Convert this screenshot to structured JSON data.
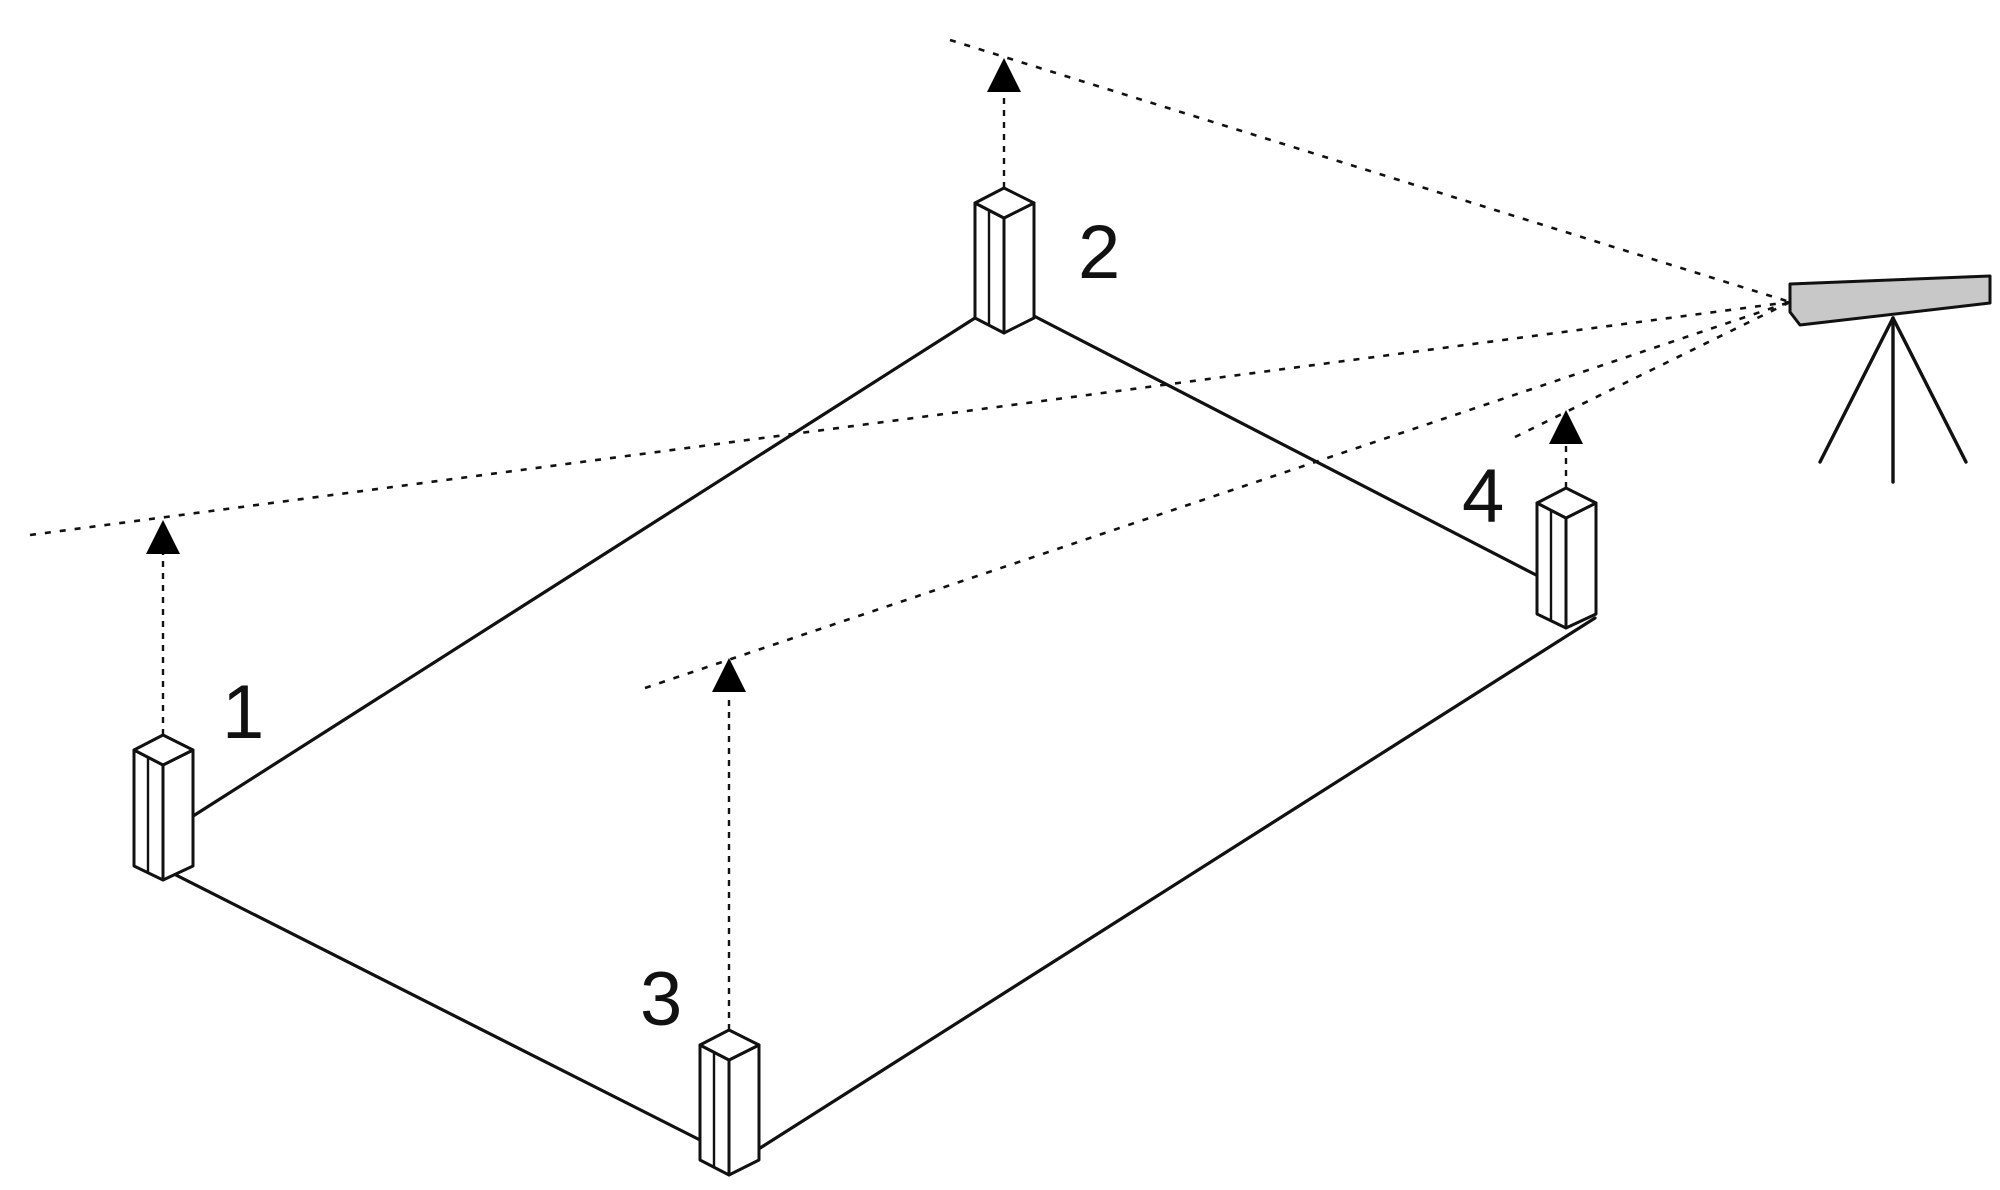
{
  "diagram": {
    "points": [
      {
        "id": "p1",
        "label": "1"
      },
      {
        "id": "p2",
        "label": "2"
      },
      {
        "id": "p3",
        "label": "3"
      },
      {
        "id": "p4",
        "label": "4"
      }
    ],
    "colors": {
      "line": "#111111",
      "instrument_fill": "#c8c8c8",
      "background": "#ffffff"
    },
    "icons": {
      "instrument": "level-instrument-icon",
      "staff_arrow": "arrow-up-icon"
    }
  }
}
